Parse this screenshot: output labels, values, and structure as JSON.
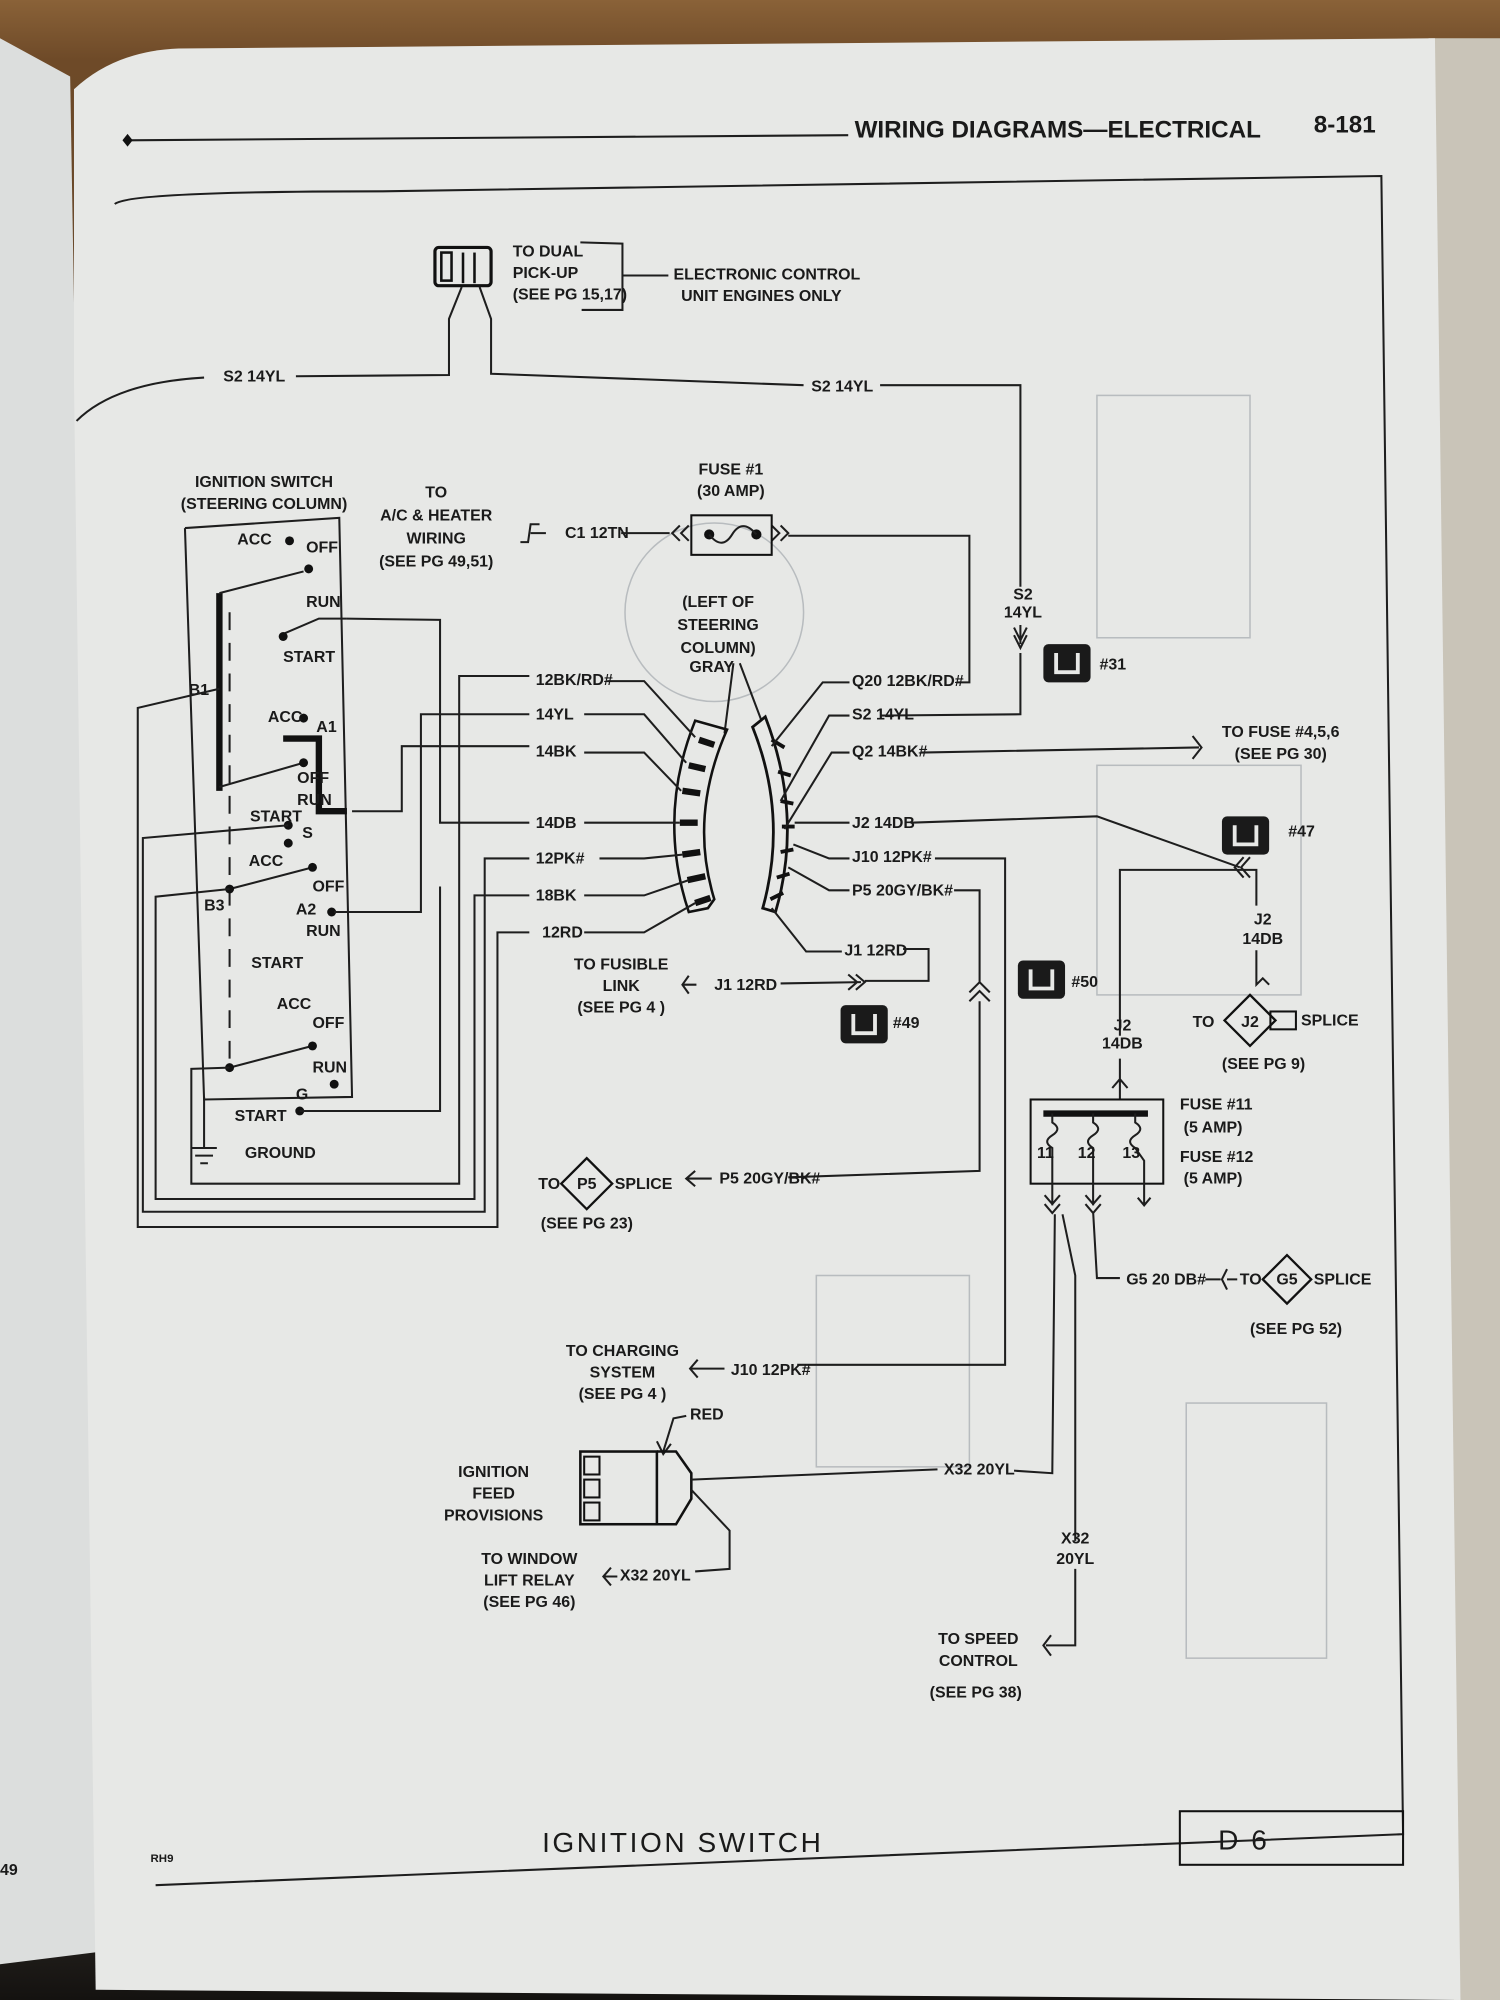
{
  "header": {
    "section": "WIRING DIAGRAMS—ELECTRICAL",
    "page": "8-181"
  },
  "footer": {
    "title": "IGNITION SWITCH",
    "code": "D 6",
    "rev": "RH9",
    "left_page_num": "49"
  },
  "top": {
    "pickup": [
      "TO DUAL",
      "PICK-UP",
      "(SEE PG 15,17)"
    ],
    "ecu": [
      "ELECTRONIC CONTROL",
      "UNIT ENGINES ONLY"
    ],
    "wire_left": "S2 14YL",
    "wire_right": "S2 14YL"
  },
  "switch": {
    "title": [
      "IGNITION SWITCH",
      "(STEERING COLUMN)"
    ],
    "labels": [
      "ACC",
      "OFF",
      "RUN",
      "START",
      "B1",
      "ACC",
      "A1",
      "OFF",
      "RUN",
      "START",
      "S",
      "ACC",
      "OFF",
      "B3",
      "A2",
      "RUN",
      "START",
      "ACC",
      "OFF",
      "RUN",
      "G",
      "START",
      "GROUND"
    ]
  },
  "ac": {
    "lines": [
      "TO",
      "A/C & HEATER",
      "WIRING",
      "(SEE PG 49,51)"
    ],
    "wire": "C1 12TN"
  },
  "fuse1": {
    "lines": [
      "FUSE #1",
      "(30 AMP)"
    ]
  },
  "connector": {
    "lines": [
      "(LEFT OF",
      "STEERING",
      "COLUMN)",
      "GRAY"
    ],
    "left": [
      "12BK/RD#",
      "14YL",
      "14BK",
      "14DB",
      "12PK#",
      "18BK",
      "12RD"
    ],
    "right": [
      "Q20 12BK/RD#",
      "S2 14YL",
      "Q2 14BK#",
      "J2 14DB",
      "J10 12PK#",
      "P5 20GY/BK#",
      "J1 12RD"
    ]
  },
  "s2_vertical": [
    "S2",
    "14YL"
  ],
  "fuse456": [
    "TO FUSE #4,5,6",
    "(SEE PG 30)"
  ],
  "refs": [
    "#31",
    "#47",
    "#50",
    "#49"
  ],
  "fusible": {
    "lines": [
      "TO FUSIBLE",
      "LINK",
      "(SEE PG 4 )"
    ],
    "wire": "J1 12RD"
  },
  "j2": {
    "wire1": [
      "J2",
      "14DB"
    ],
    "wire2": [
      "J2",
      "14DB"
    ],
    "to": "TO",
    "splice_id": "J2",
    "splice": "SPLICE",
    "see": "(SEE PG 9)"
  },
  "fuseblock": {
    "f11": [
      "FUSE #11",
      "(5 AMP)"
    ],
    "f12": [
      "FUSE #12",
      "(5 AMP)"
    ],
    "pins": [
      "11",
      "12",
      "13"
    ]
  },
  "p5": {
    "to": "TO",
    "id": "P5",
    "splice": "SPLICE",
    "see": "(SEE PG 23)",
    "wire": "P5 20GY/BK#"
  },
  "g5": {
    "wire": "G5 20 DB#",
    "to": "TO",
    "id": "G5",
    "splice": "SPLICE",
    "see": "(SEE PG 52)"
  },
  "charging": {
    "lines": [
      "TO CHARGING",
      "SYSTEM",
      "(SEE PG 4 )"
    ],
    "wire": "J10 12PK#"
  },
  "feed": {
    "red": "RED",
    "lines": [
      "IGNITION",
      "FEED",
      "PROVISIONS"
    ],
    "wire": "X32 20YL"
  },
  "window": {
    "lines": [
      "TO WINDOW",
      "LIFT RELAY",
      "(SEE PG 46)"
    ],
    "wire": "X32 20YL"
  },
  "speed": {
    "wire": [
      "X32",
      "20YL"
    ],
    "lines": [
      "TO SPEED",
      "CONTROL",
      "(SEE PG 38)"
    ]
  }
}
